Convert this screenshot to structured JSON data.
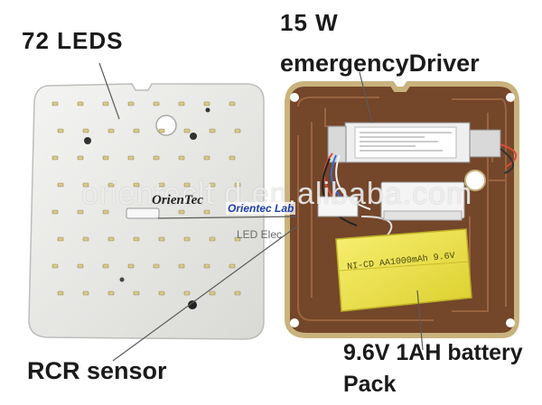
{
  "labels": {
    "leds": "72 LEDS",
    "wattage": "15 W",
    "driver": "emergencyDriver",
    "sensor": "RCR sensor",
    "battery_line1": "9.6V 1AH battery",
    "battery_line2": "Pack",
    "brand": "OrienTec",
    "brand_lab": "Orientec Lab",
    "brand_elec": "LED Elec",
    "watermark": "orienteclt d.en.alibaba.com",
    "battery_print": "NI-CD AA1000mAh 9.6V"
  },
  "colors": {
    "pcb_white": "#e9e9e7",
    "pcb_copper": "#7a4a2c",
    "battery_yellow": "#f2e64a",
    "driver_box": "#f0f0f0"
  }
}
